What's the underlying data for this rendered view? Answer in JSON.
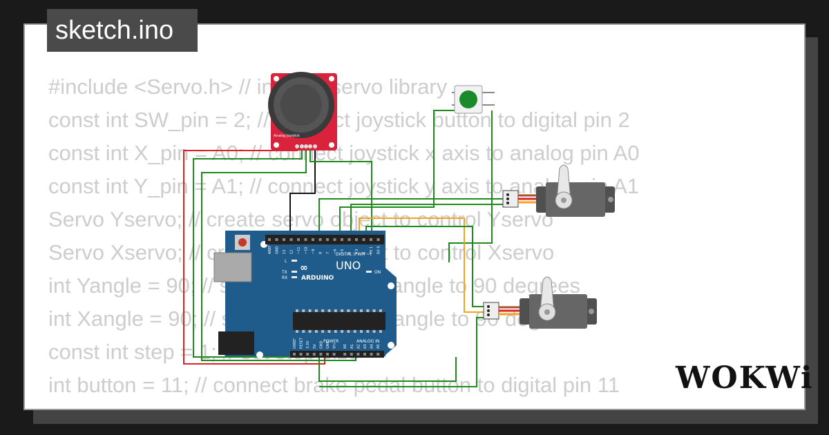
{
  "file_tab": {
    "label": "sketch.ino"
  },
  "code_lines": [
    "#include <Servo.h> // include servo library",
    "const int SW_pin = 2; // connect joystick button to digital pin 2",
    "const int X_pin = A0; // connect joystick x axis to analog pin A0",
    "const int Y_pin = A1; // connect joystick y axis to analog pin A1",
    "Servo Yservo; // create servo object to control Yservo",
    "Servo Xservo; // create servo object to control Xservo",
    "int Yangle = 90; // set joystick y axis angle to 90 degrees",
    "int Xangle = 90; // set joystick x axis angle to 90 degrees",
    "const int step = 1; // set step size",
    "int button = 11; // connect brake pedal button to digital pin 11"
  ],
  "board": {
    "model": "UNO",
    "brand": "ARDUINO",
    "header_digital": "DIGITAL (PWM ~)",
    "header_power": "POWER",
    "header_analog": "ANALOG IN",
    "pins_top": [
      "AREF",
      "GND",
      "13",
      "12",
      "~11",
      "~10",
      "~9",
      "8",
      "7",
      "~6",
      "~5",
      "4",
      "~3",
      "2",
      "TX 1",
      "RX 0"
    ],
    "pins_bottom_power": [
      "IOREF",
      "RESET",
      "3.3V",
      "5V",
      "GND",
      "GND",
      "Vin"
    ],
    "pins_bottom_analog": [
      "A0",
      "A1",
      "A2",
      "A3",
      "A4",
      "A5"
    ],
    "led_labels": [
      "L",
      "TX",
      "RX",
      "ON"
    ],
    "color": "#1f5c8c"
  },
  "joystick": {
    "label": "Analog Joystick",
    "color": "#d9223c"
  },
  "button_part": {
    "cap_color": "#1a8a2a"
  },
  "wire_colors": {
    "red": "#e02020",
    "black": "#111111",
    "green": "#1e8a1e",
    "orange": "#f2a31a",
    "brown": "#a0522d"
  },
  "logo": {
    "text": "WOKWi"
  }
}
